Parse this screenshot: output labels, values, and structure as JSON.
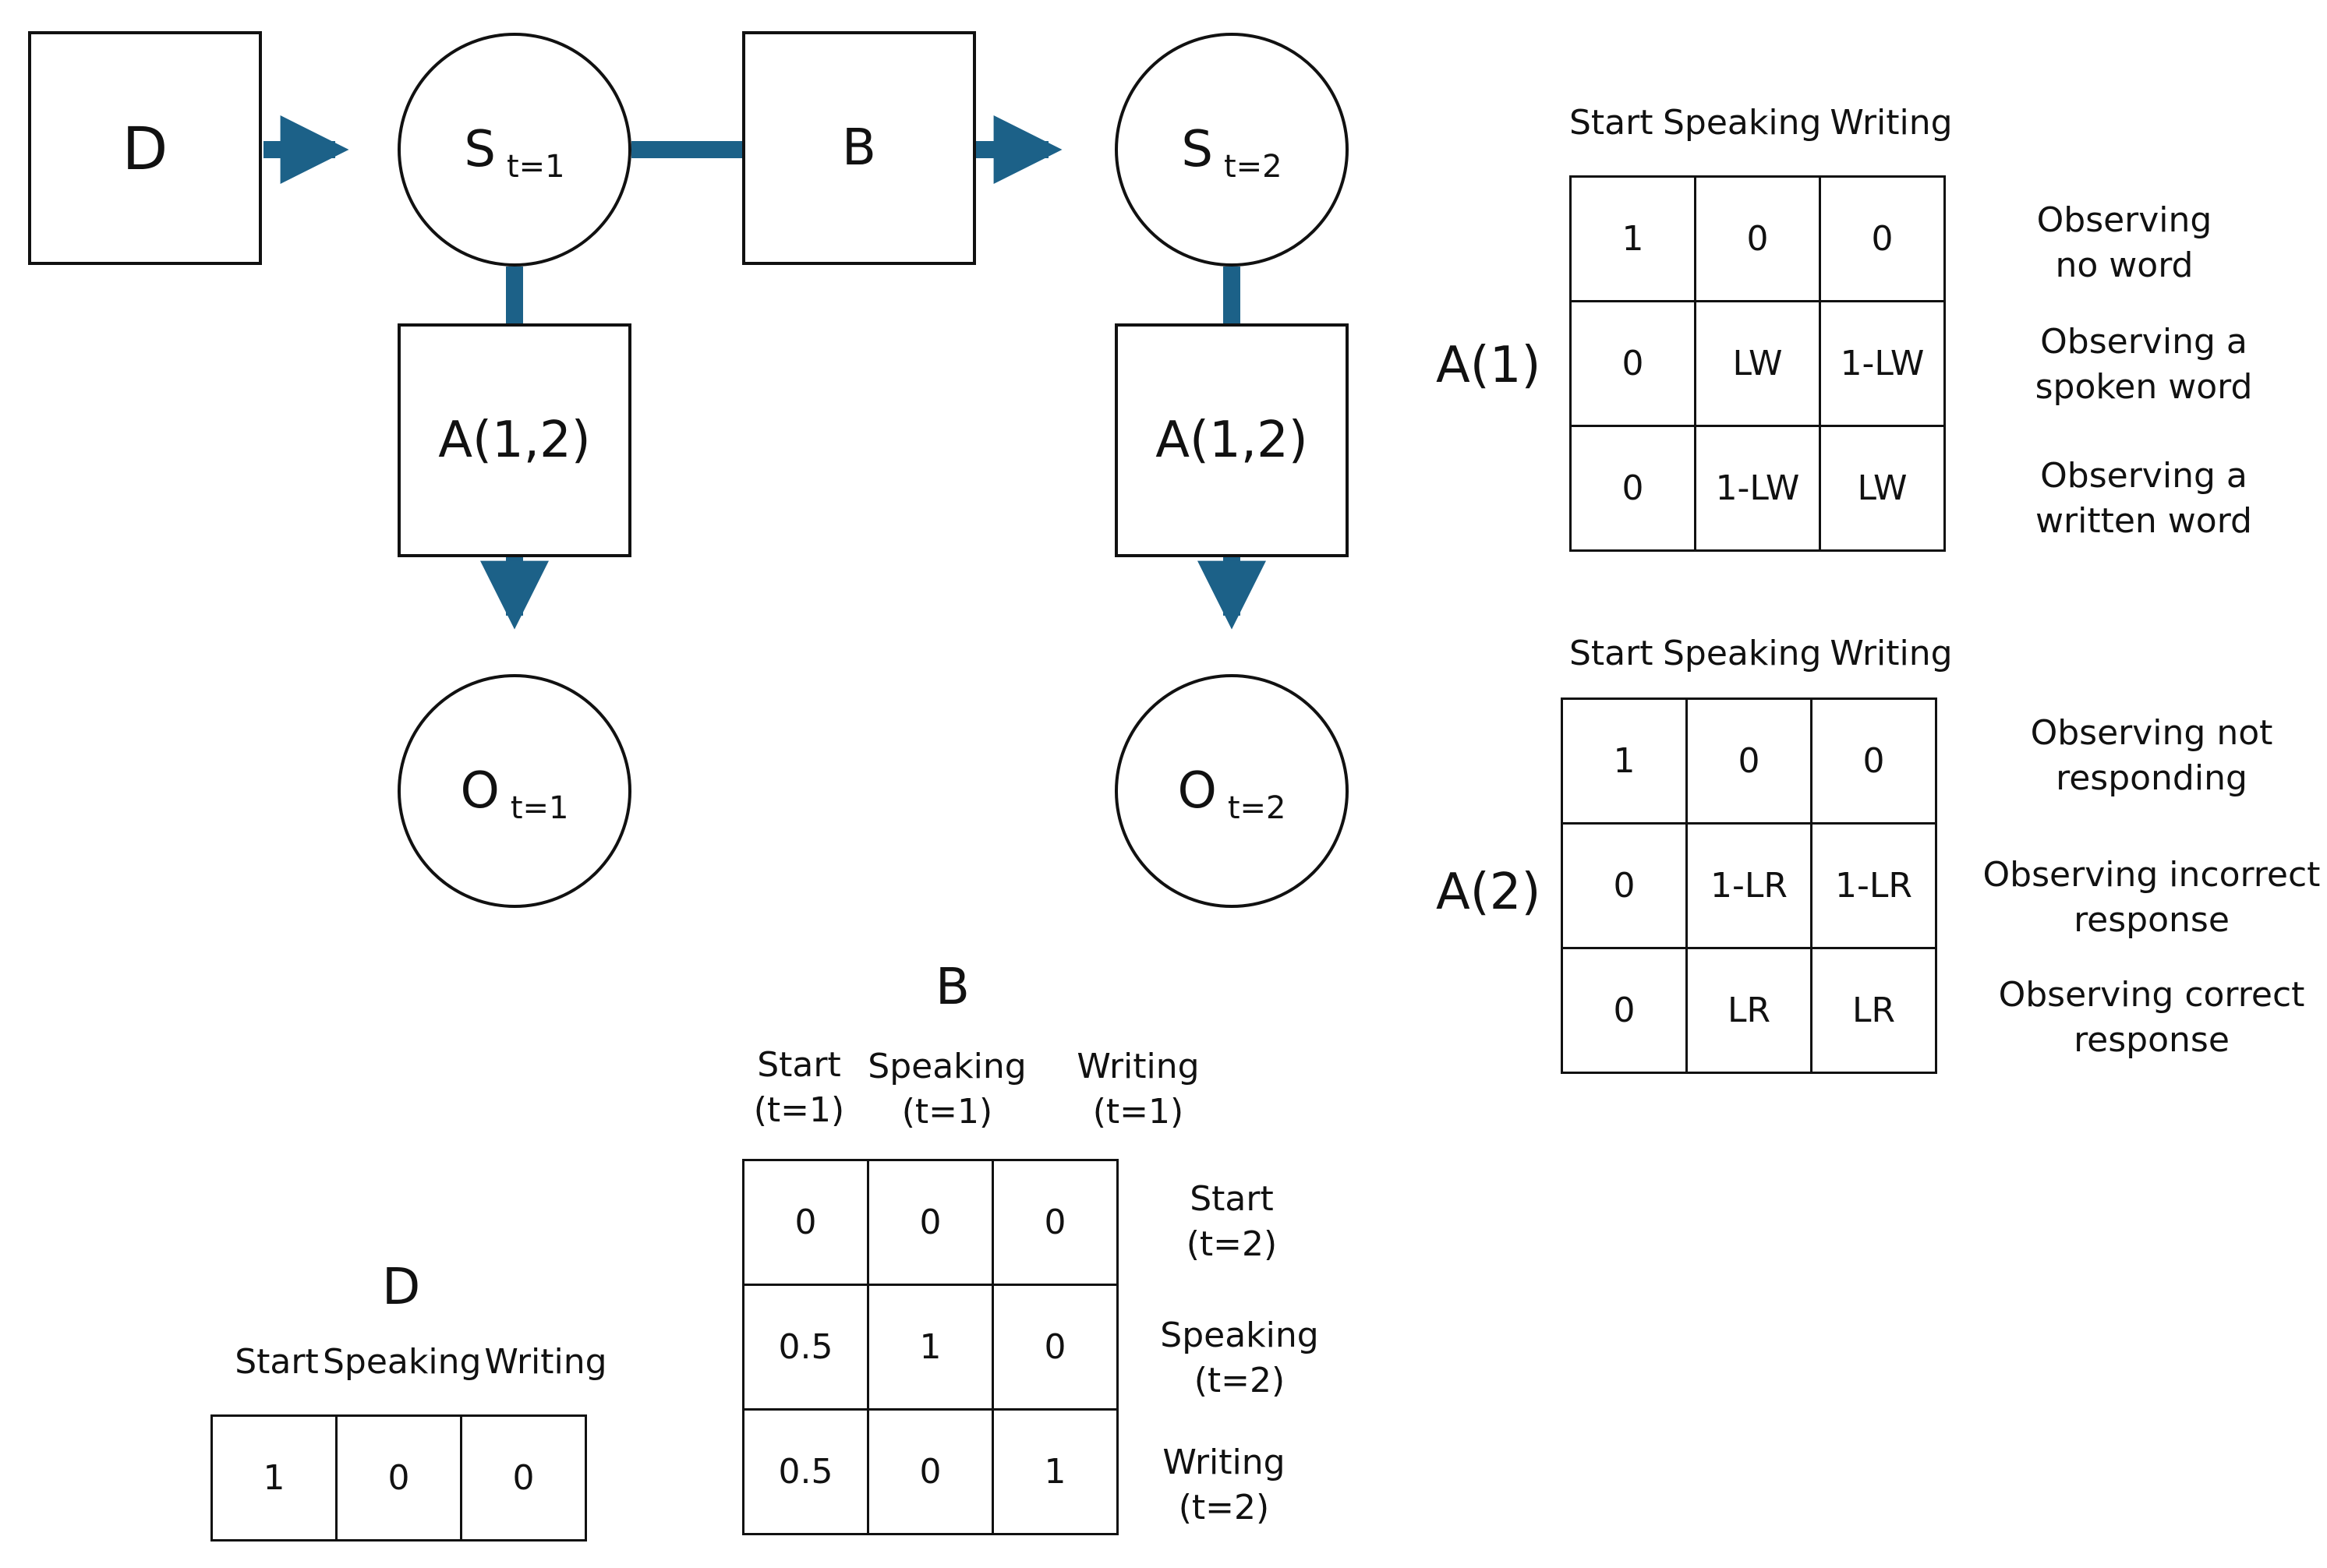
{
  "graph": {
    "d_node": "D",
    "b_node": "B",
    "a_node_left": "A(1,2)",
    "a_node_right": "A(1,2)",
    "s1": {
      "main": "S",
      "sub": "t=1"
    },
    "s2": {
      "main": "S",
      "sub": "t=2"
    },
    "o1": {
      "main": "O",
      "sub": "t=1"
    },
    "o2": {
      "main": "O",
      "sub": "t=2"
    },
    "edge_color": "#1c6188"
  },
  "a1": {
    "name": "A(1)",
    "columns": [
      "Start",
      "Speaking",
      "Writing"
    ],
    "rows": [
      [
        "1",
        "0",
        "0"
      ],
      [
        "0",
        "LW",
        "1-LW"
      ],
      [
        "0",
        "1-LW",
        "LW"
      ]
    ],
    "row_labels": [
      [
        "Observing",
        "no word"
      ],
      [
        "Observing a",
        "spoken word"
      ],
      [
        "Observing a",
        "written word"
      ]
    ]
  },
  "a2": {
    "name": "A(2)",
    "columns": [
      "Start",
      "Speaking",
      "Writing"
    ],
    "rows": [
      [
        "1",
        "0",
        "0"
      ],
      [
        "0",
        "1-LR",
        "1-LR"
      ],
      [
        "0",
        "LR",
        "LR"
      ]
    ],
    "row_labels": [
      [
        "Observing not",
        "responding"
      ],
      [
        "Observing incorrect",
        "response"
      ],
      [
        "Observing correct",
        "response"
      ]
    ]
  },
  "b": {
    "name": "B",
    "columns": [
      [
        "Start",
        "(t=1)"
      ],
      [
        "Speaking",
        "(t=1)"
      ],
      [
        "Writing",
        "(t=1)"
      ]
    ],
    "rows": [
      [
        "0",
        "0",
        "0"
      ],
      [
        "0.5",
        "1",
        "0"
      ],
      [
        "0.5",
        "0",
        "1"
      ]
    ],
    "row_labels": [
      [
        "Start",
        "(t=2)"
      ],
      [
        "Speaking",
        "(t=2)"
      ],
      [
        "Writing",
        "(t=2)"
      ]
    ]
  },
  "d": {
    "name": "D",
    "columns": [
      "Start",
      "Speaking",
      "Writing"
    ],
    "rows": [
      [
        "1",
        "0",
        "0"
      ]
    ]
  }
}
